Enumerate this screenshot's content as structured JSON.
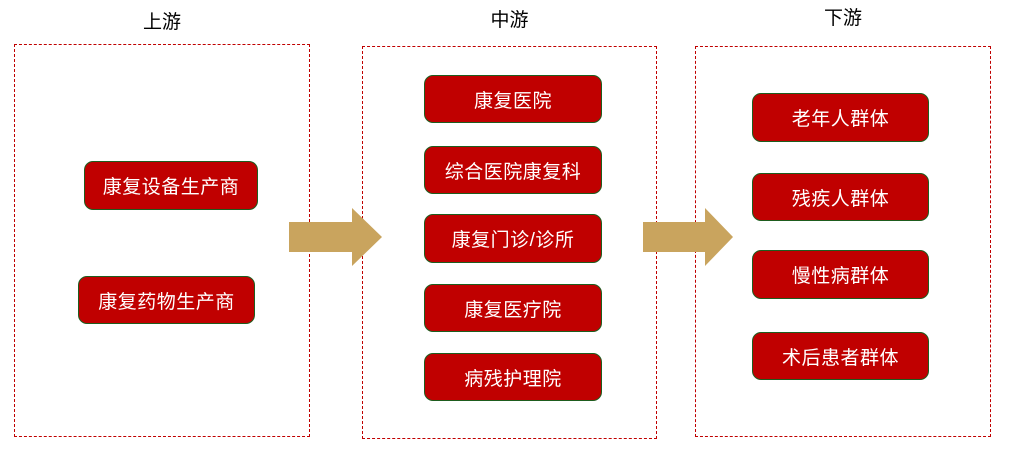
{
  "diagram": {
    "columns": [
      {
        "id": "upstream",
        "title": "上游",
        "items": [
          "康复设备生产商",
          "康复药物生产商"
        ]
      },
      {
        "id": "midstream",
        "title": "中游",
        "items": [
          "康复医院",
          "综合医院康复科",
          "康复门诊/诊所",
          "康复医疗院",
          "病残护理院"
        ]
      },
      {
        "id": "downstream",
        "title": "下游",
        "items": [
          "老年人群体",
          "残疾人群体",
          "慢性病群体",
          "术后患者群体"
        ]
      }
    ],
    "arrows": [
      {
        "name": "upstream-to-midstream",
        "direction": "right"
      },
      {
        "name": "midstream-to-downstream",
        "direction": "right"
      }
    ],
    "colors": {
      "background": "#FFFFFF",
      "node_fill": "#C00000",
      "node_border": "#1E5C1E",
      "node_text": "#FFFFFF",
      "frame_border": "#C00000",
      "arrow_fill": "#C9A45E",
      "title_text": "#000000"
    }
  }
}
